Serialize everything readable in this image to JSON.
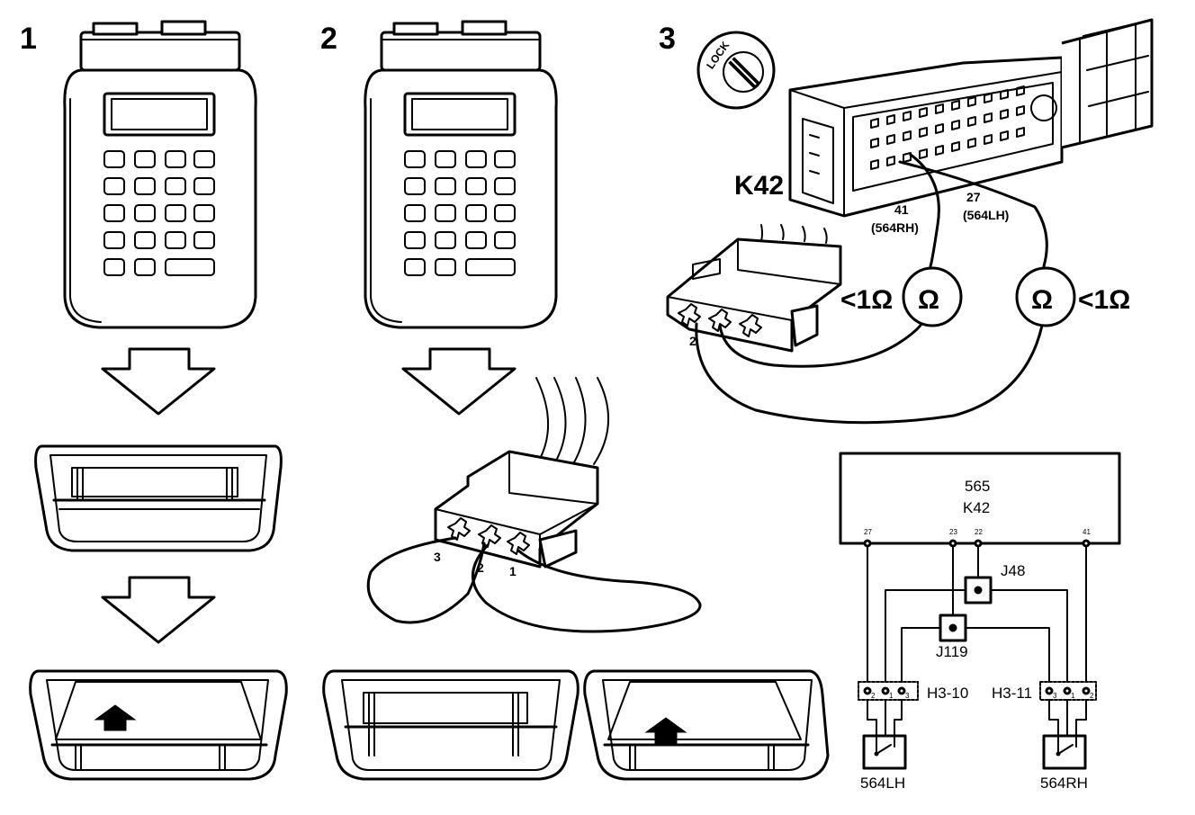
{
  "steps": {
    "step1": "1",
    "step2": "2",
    "step3": "3"
  },
  "panel3": {
    "lock_label": "LOCK",
    "module": "K42",
    "pin41": "41",
    "pin41_sub": "(564RH)",
    "pin27": "27",
    "pin27_sub": "(564LH)",
    "resistance_left": "<1Ω",
    "resistance_right": "<1Ω",
    "ohm_symbol": "Ω",
    "connector_pin2": "2"
  },
  "panel2": {
    "pin3": "3",
    "pin2": "2",
    "pin1": "1"
  },
  "schematic": {
    "box_line1": "565",
    "box_line2": "K42",
    "pins": [
      "27",
      "23",
      "22",
      "41"
    ],
    "junction_top": "J48",
    "junction_bottom": "J119",
    "conn_left": "H3-10",
    "conn_right": "H3-11",
    "conn_left_pins": [
      "2",
      "1",
      "3"
    ],
    "conn_right_pins": [
      "3",
      "1",
      "2"
    ],
    "switch_left": "564LH",
    "switch_right": "564RH"
  },
  "colors": {
    "ink": "#000000",
    "paper": "#ffffff"
  }
}
